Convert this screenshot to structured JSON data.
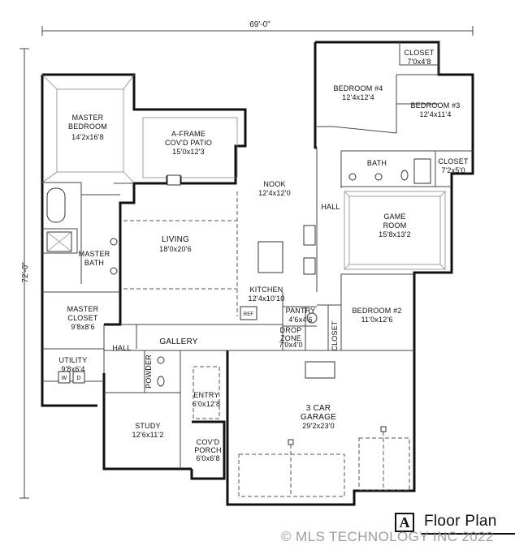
{
  "dimensions": {
    "width_label": "69'-0\"",
    "depth_label": "72'-0\""
  },
  "rooms": {
    "master_bedroom": {
      "name": "MASTER\nBEDROOM",
      "size": "14'2x16'8"
    },
    "aframe_patio": {
      "name": "A-FRAME\nCOV'D PATIO",
      "size": "15'0x12'3"
    },
    "closet_top": {
      "name": "CLOSET",
      "size": "7'0x4'8"
    },
    "bedroom4": {
      "name": "BEDROOM #4",
      "size": "12'4x12'4"
    },
    "bedroom3": {
      "name": "BEDROOM #3",
      "size": "12'4x11'4"
    },
    "bath": {
      "name": "BATH"
    },
    "closet_right": {
      "name": "CLOSET",
      "size": "7'2x5'0"
    },
    "nook": {
      "name": "NOOK",
      "size": "12'4x12'0"
    },
    "hall_right": {
      "name": "HALL"
    },
    "game_room": {
      "name": "GAME\nROOM",
      "size": "15'8x13'2"
    },
    "living": {
      "name": "LIVING",
      "size": "18'0x20'6"
    },
    "master_bath": {
      "name": "MASTER\nBATH"
    },
    "kitchen": {
      "name": "KITCHEN",
      "size": "12'4x10'10"
    },
    "pantry": {
      "name": "PANTRY",
      "size": "4'6x4'6"
    },
    "master_closet": {
      "name": "MASTER\nCLOSET",
      "size": "9'8x8'6"
    },
    "bedroom2": {
      "name": "BEDROOM #2",
      "size": "11'0x12'6"
    },
    "drop_zone": {
      "name": "DROP\nZONE",
      "size": "7'0x4'0"
    },
    "closet_vertical": {
      "name": "CLOSET"
    },
    "hall_left": {
      "name": "HALL"
    },
    "gallery": {
      "name": "GALLERY"
    },
    "utility": {
      "name": "UTILITY",
      "size": "9'8x6'4"
    },
    "powder": {
      "name": "POWDER"
    },
    "entry": {
      "name": "ENTRY",
      "size": "6'0x12'8"
    },
    "garage": {
      "name": "3 CAR\nGARAGE",
      "size": "29'2x23'0"
    },
    "study": {
      "name": "STUDY",
      "size": "12'6x11'2"
    },
    "covd_porch": {
      "name": "COV'D\nPORCH",
      "size": "6'0x6'8"
    }
  },
  "fixture_labels": {
    "washer": "W",
    "dryer": "D",
    "ref": "REF"
  },
  "legend": {
    "mark": "A",
    "title": "Floor Plan"
  },
  "watermark": "© MLS TECHNOLOGY INC 2022"
}
